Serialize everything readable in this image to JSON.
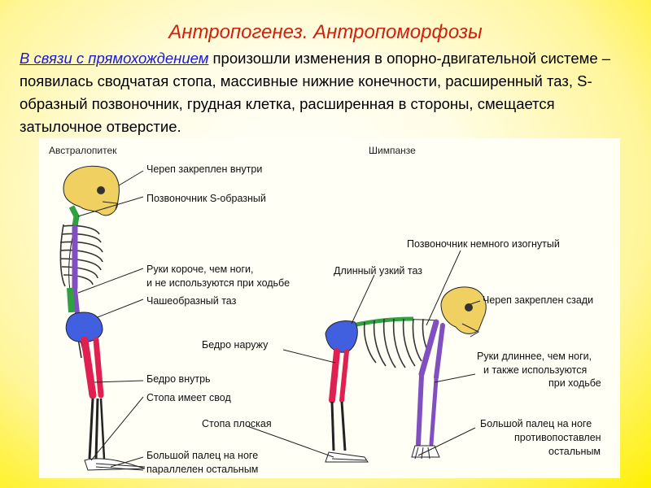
{
  "slide": {
    "title": "Антропогенез. Антропоморфозы",
    "lead": "В связи с прямохождением",
    "text": " произошли изменения в опорно-двигательной системе – появилась сводчатая стопа, массивные нижние конечности, расширенный таз, S-образный позвоночник, грудная клетка, расширенная в стороны, смещается затылочное отверстие."
  },
  "figure": {
    "left_header": "Австралопитек",
    "right_header": "Шимпанзе",
    "left_labels": [
      "Череп закреплен внутри",
      "Позвоночник S-образный",
      "Руки короче, чем ноги,",
      "и не используются при ходьбе",
      "Чашеобразный таз",
      "Бедро внутрь",
      "Стопа имеет свод",
      "Большой палец на ноге",
      "параллелен остальным"
    ],
    "right_labels": [
      "Позвоночник немного изогнутый",
      "Длинный узкий таз",
      "Череп закреплен сзади",
      "Бедро наружу",
      "Руки длиннее, чем ноги,",
      "и также используются",
      "при ходьбе",
      "Стопа плоская",
      "Большой палец на ноге",
      "противопоставлен",
      "остальным"
    ],
    "colors": {
      "skull": "#f0d060",
      "spine": "#30a040",
      "arm": "#8050c0",
      "pelvis": "#4060e0",
      "femur": "#e02050",
      "bone": "#ffffff"
    }
  }
}
